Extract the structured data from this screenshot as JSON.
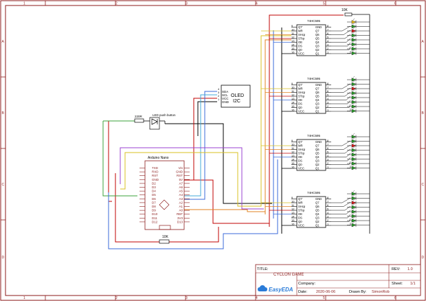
{
  "frame": {
    "columns": [
      "1",
      "2",
      "3",
      "4",
      "5",
      "6"
    ],
    "rows": [
      "A",
      "B",
      "C",
      "D"
    ]
  },
  "title_block": {
    "title_label": "TITLE:",
    "title": "CYCLON GAME",
    "rev_label": "REV:",
    "rev": "1.0",
    "company_label": "Company:",
    "sheet_label": "Sheet:",
    "sheet": "1/1",
    "date_label": "Date:",
    "date": "2020-06-06",
    "drawn_label": "Drawn By:",
    "drawn": "SimonRob",
    "logo": "EasyEDA"
  },
  "arduino": {
    "title": "Arduino Nano",
    "left_pins": [
      "TXD",
      "RXD",
      "RST",
      "GND",
      "D2",
      "D3",
      "D4",
      "D5",
      "D6",
      "D7",
      "D8",
      "D9",
      "D10",
      "D11",
      "D12"
    ],
    "right_pins": [
      "Vin",
      "GND",
      "RST",
      "5V",
      "A7",
      "A6",
      "A5",
      "A4",
      "A3",
      "A2",
      "A1",
      "A0",
      "REF",
      "3V3",
      "D13"
    ]
  },
  "oled": {
    "title": "OLED",
    "subtitle": "I2C",
    "pins": [
      "SDA",
      "SCL",
      "VCC",
      "GND"
    ],
    "pin_numbers": [
      "4",
      "3",
      "2",
      "1"
    ]
  },
  "button": {
    "label": "LED push button",
    "resistor": "220R"
  },
  "resistors": {
    "bottom": "10K",
    "top": "10K"
  },
  "shift_register": {
    "name": "74HC595",
    "left_pin_numbers": [
      "9",
      "10",
      "11",
      "12",
      "13",
      "14",
      "15",
      "16"
    ],
    "left_pins": [
      "Q7'",
      "MR",
      "SHcp",
      "STcp",
      "OE",
      "DS",
      "Q0",
      "VCC"
    ],
    "right_pins": [
      "GND",
      "Q7",
      "Q6",
      "Q5",
      "Q4",
      "Q3",
      "Q2",
      "Q1"
    ],
    "right_pin_numbers": [
      "8",
      "7",
      "6",
      "5",
      "4",
      "3",
      "2",
      "1"
    ]
  },
  "led_colors": {
    "green": "#2e9e2e",
    "red": "#d62020",
    "yellow": "#e8c020"
  },
  "wire_colors": {
    "red": "#c00000",
    "black": "#000000",
    "green": "#3aa03a",
    "yellow": "#d8c020",
    "blue": "#3a6ad8",
    "purple": "#9a40d0",
    "orange": "#e08020",
    "cyan": "#40a8d8",
    "border": "#8b1a1a"
  }
}
